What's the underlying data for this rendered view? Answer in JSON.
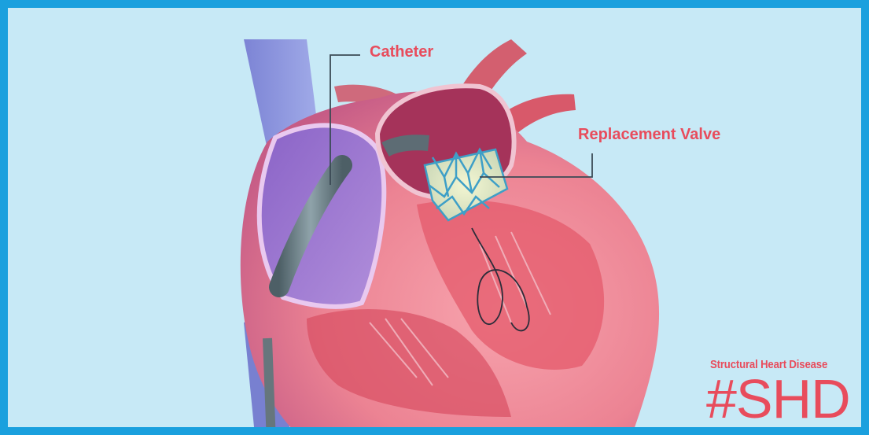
{
  "labels": {
    "catheter": "Catheter",
    "replacement_valve": "Replacement Valve"
  },
  "badge": {
    "subtitle": "Structural Heart Disease",
    "hashtag": "#SHD"
  },
  "colors": {
    "frame": "#1aa0de",
    "background": "#c7e9f6",
    "label_text": "#e84c5c",
    "leader_line": "#3b4a55"
  }
}
